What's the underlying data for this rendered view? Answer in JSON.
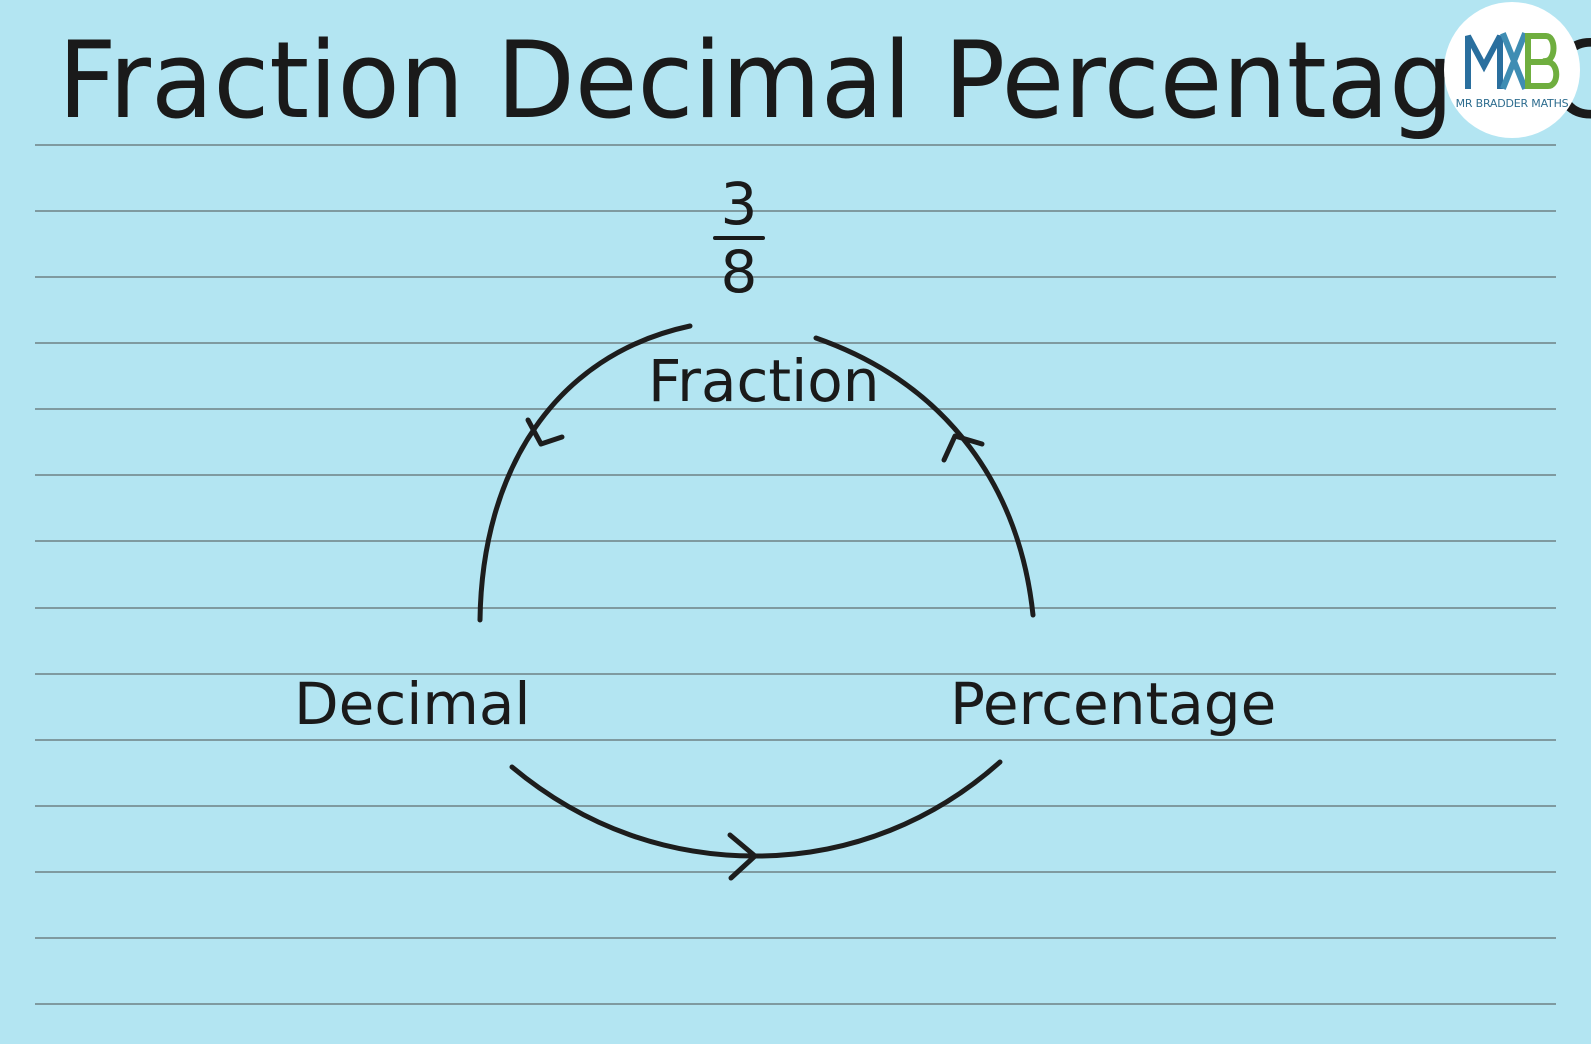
{
  "title": "Fraction Decimal Percentage Conversion",
  "fraction": {
    "numerator": "3",
    "denominator": "8"
  },
  "nodes": {
    "fraction": "Fraction",
    "decimal": "Decimal",
    "percentage": "Percentage"
  },
  "logo": {
    "text": "MR BRADDER MATHS",
    "colors": {
      "m": "#2a6f9e",
      "x": "#3f8db3",
      "b": "#6fae3f"
    }
  },
  "colors": {
    "background": "#b3e5f2",
    "rule": "#7f9aa0",
    "ink": "#1d1d1d"
  }
}
